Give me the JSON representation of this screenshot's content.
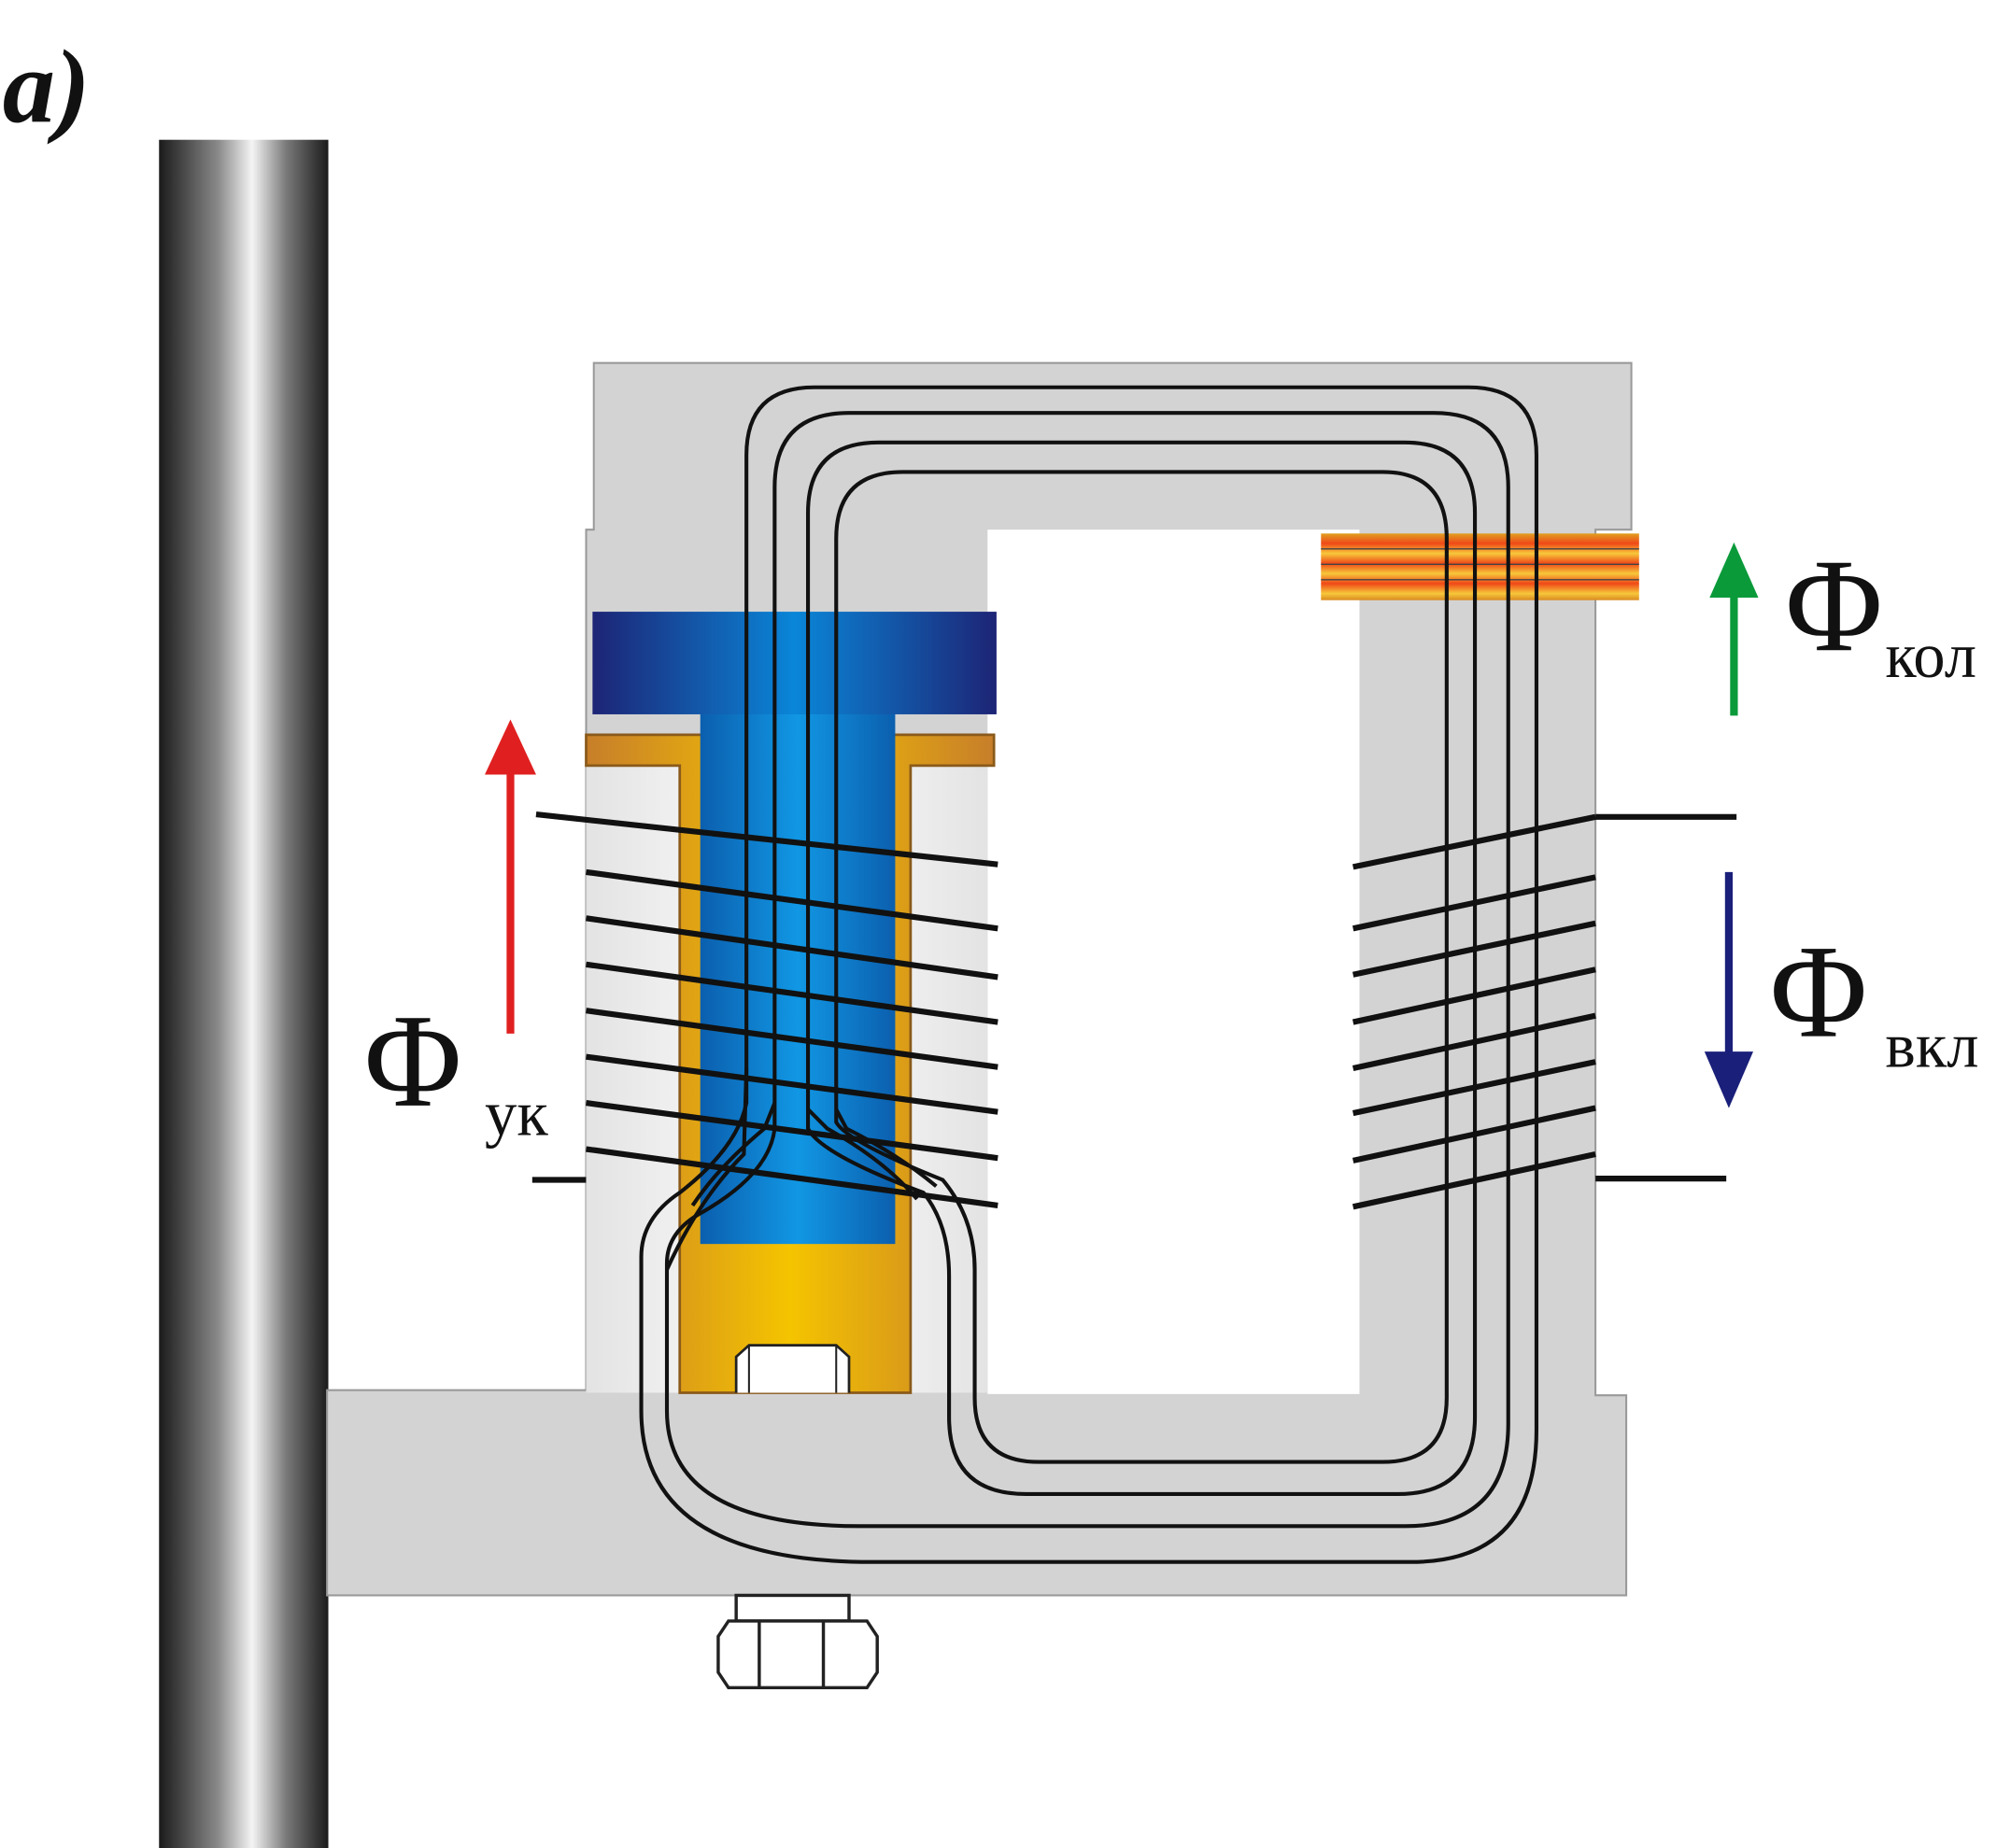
{
  "figure": {
    "part_label": "a)"
  },
  "labels": {
    "phi_uk": {
      "symbol": "Φ",
      "subscript": "ук",
      "arrow_color": "#e02020"
    },
    "phi_kol": {
      "symbol": "Φ",
      "subscript": "кол",
      "arrow_color": "#0a9a3a"
    },
    "phi_vkl": {
      "symbol": "Φ",
      "subscript": "вкл",
      "arrow_color": "#1a1f7a"
    }
  },
  "colors": {
    "core": "#d3d3d3",
    "plunger_blue": "#0a7fd0",
    "plunger_dark": "#1a237e",
    "copper_sleeve": "#d79530",
    "coil_band": "#f26b1d",
    "winding": "#111111"
  }
}
